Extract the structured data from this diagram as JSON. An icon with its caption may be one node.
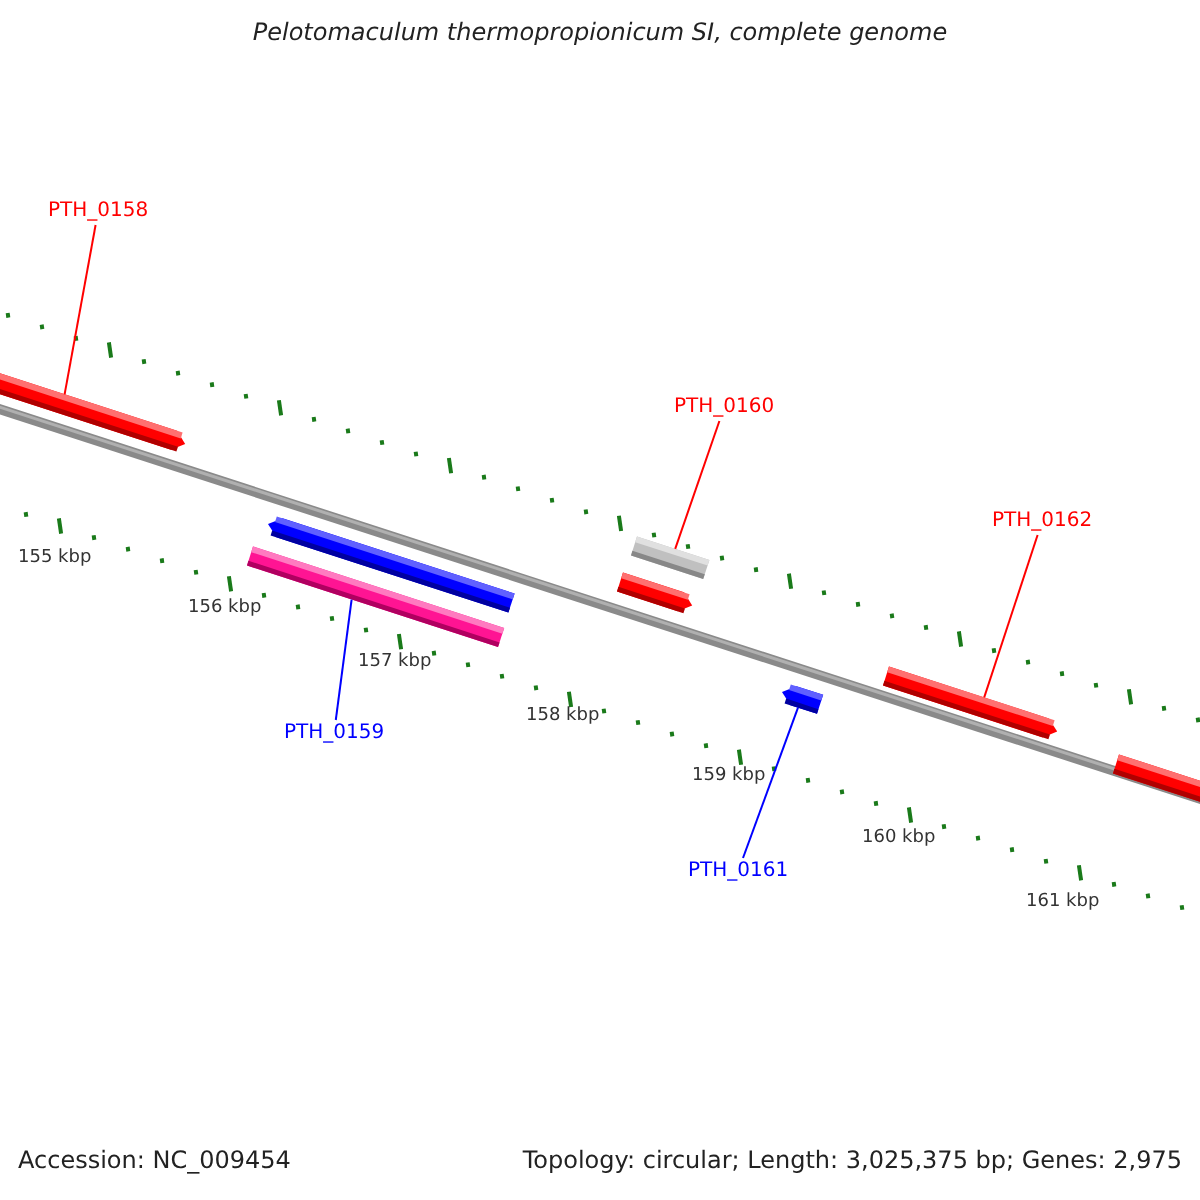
{
  "diagram": {
    "title": "Pelotomaculum thermopropionicum SI, complete genome",
    "nodes": [
      {
        "text": [
          "PTH_0158"
        ]
      },
      {
        "text": [],
        "shape": "bar"
      },
      {
        "text": [
          "PTH_0160"
        ]
      },
      {
        "text": [
          "PTH_0162"
        ]
      },
      {
        "text": [],
        "shape": "bar"
      },
      {
        "text": [],
        "shape": "bar"
      },
      {
        "text": [],
        "shape": "bar"
      },
      {
        "text": [],
        "shape": "bar"
      },
      {
        "text": [],
        "shape": "bar"
      },
      {
        "text": [],
        "shape": "bar"
      },
      {
        "text": [],
        "shape": "bar"
      },
      {
        "text": [
          "PTH_0159"
        ]
      },
      {
        "text": [
          "PTH_0161"
        ]
      }
    ],
    "edges": [
      {
        "from": 0,
        "to": 1,
        "arrow": "none"
      },
      {
        "from": 2,
        "to": 6,
        "arrow": "none"
      },
      {
        "from": 3,
        "to": 9,
        "arrow": "none"
      },
      {
        "from": 11,
        "to": 5,
        "arrow": "none",
        "color": "#0000ff"
      },
      {
        "from": 12,
        "to": 8,
        "arrow": "none",
        "color": "#0000ff"
      }
    ],
    "labels": [
      "155 kbp",
      "156 kbp",
      "157 kbp",
      "158 kbp",
      "159 kbp",
      "160 kbp",
      "161 kbp",
      "Accession: NC_009454",
      "Topology: circular; Length: 3,025,375 bp; Genes: 2,975"
    ]
  }
}
